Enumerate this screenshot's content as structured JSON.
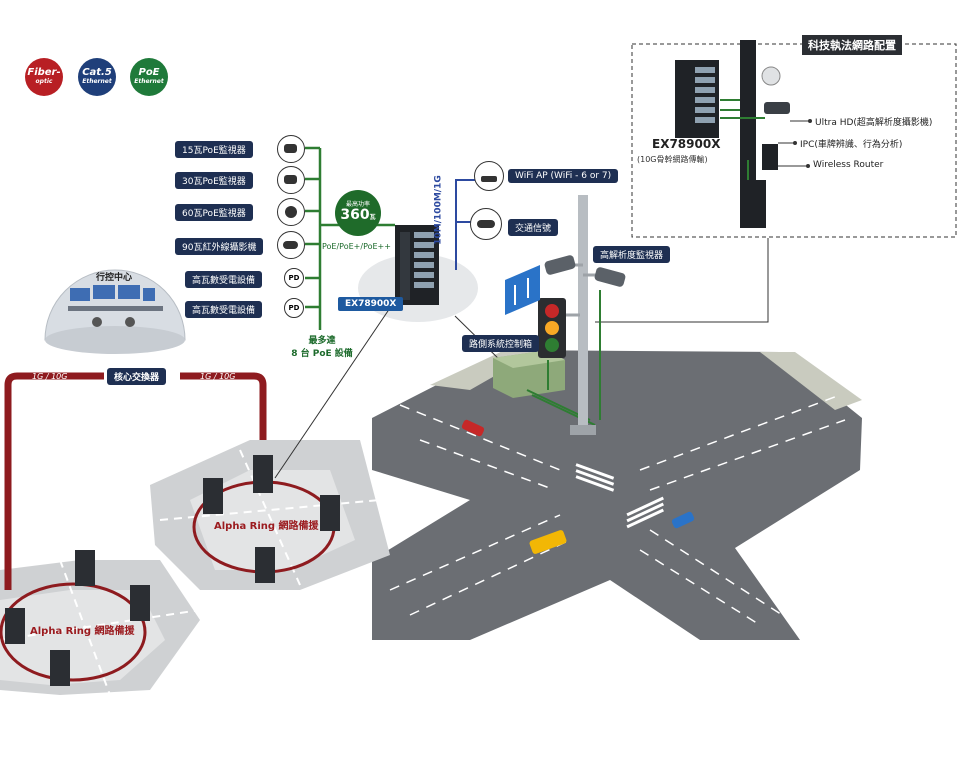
{
  "badges": [
    {
      "line1": "Fiber-",
      "line2": "optic",
      "color": "#b81f24"
    },
    {
      "line1": "Cat.5",
      "line2": "Ethernet",
      "color": "#1f3f7a"
    },
    {
      "line1": "PoE",
      "line2": "Ethernet",
      "color": "#1f7a3a"
    }
  ],
  "poe_devices": [
    {
      "label": "15瓦PoE監視器",
      "icon": "dome-camera-icon"
    },
    {
      "label": "30瓦PoE監視器",
      "icon": "dome-camera-icon"
    },
    {
      "label": "60瓦PoE監視器",
      "icon": "speed-dome-icon"
    },
    {
      "label": "90瓦紅外線攝影機",
      "icon": "ir-camera-icon"
    },
    {
      "label": "高瓦數受電設備",
      "icon": "pd-icon",
      "icon_text": "PD"
    },
    {
      "label": "高瓦數受電設備",
      "icon": "pd-icon",
      "icon_text": "PD"
    }
  ],
  "power_budget": {
    "title": "最高功率",
    "value": "360",
    "unit": "瓦"
  },
  "poe_standard": "PoE/PoE+/PoE++",
  "max_devices": {
    "line1": "最多達",
    "line2": "8 台 PoE 設備"
  },
  "switch_label": "EX78900X",
  "control_center": "行控中心",
  "core_switch": "核心交換器",
  "uplink_left": "1G / 10G",
  "uplink_right": "1G / 10G",
  "ring_label": "Alpha Ring 網路備援",
  "uplink_vertical": "10M/100M/1G",
  "wifi_ap": "WiFi AP (WiFi - 6 or 7)",
  "traffic_signal": "交通信號",
  "hd_camera": "高解析度監視器",
  "roadside_box": "路側系統控制箱",
  "inset": {
    "title": "科技執法網路配置",
    "switch_name": "EX78900X",
    "switch_desc": "(10G骨幹網路傳輸)",
    "items": [
      "Ultra HD(超高解析度攝影機)",
      "IPC(車牌辨識、行為分析)",
      "Wireless Router"
    ]
  },
  "colors": {
    "green": "#2e7d32",
    "navy": "#1e2f52",
    "red": "#8e1b1f",
    "road": "#6b6e73"
  }
}
